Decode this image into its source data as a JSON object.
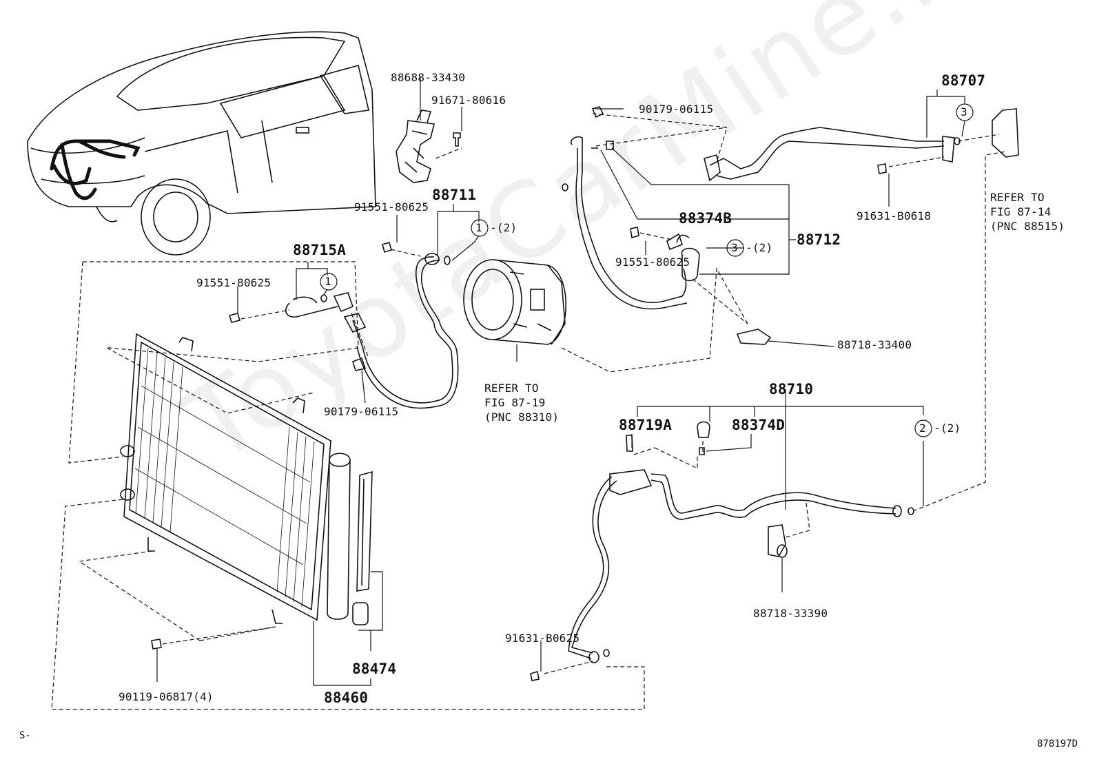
{
  "watermark": "ToyotaCarMine.ru",
  "footer": {
    "left_mark": "S-",
    "diagram_code": "878197D"
  },
  "labels": {
    "p88688": "88688-33430",
    "p91671": "91671-80616",
    "p88711": "88711",
    "p91551_top": "91551-80625",
    "p88715a": "88715A",
    "p91551_left": "91551-80625",
    "p90179_bottom": "90179-06115",
    "p90179_top": "90179-06115",
    "p88707": "88707",
    "p91631_b0618": "91631-B0618",
    "p88374b": "88374B",
    "p88712": "88712",
    "p91551_mid": "91551-80625",
    "p88718_33400": "88718-33400",
    "p88710": "88710",
    "p88719a": "88719A",
    "p88374d": "88374D",
    "p88718_33390": "88718-33390",
    "p91631_b0625": "91631-B0625",
    "p88474": "88474",
    "p88460": "88460",
    "p90119": "90119-06817(4)"
  },
  "refs": {
    "compressor": "REFER TO\nFIG 87-19\n(PNC 88310)",
    "valve": "REFER TO\nFIG 87-14\n(PNC 88515)"
  },
  "callouts": [
    {
      "num": "1",
      "qty": "-(2)"
    },
    {
      "num": "1",
      "qty": ""
    },
    {
      "num": "3",
      "qty": "-(2)"
    },
    {
      "num": "3",
      "qty": ""
    },
    {
      "num": "2",
      "qty": "-(2)"
    }
  ]
}
